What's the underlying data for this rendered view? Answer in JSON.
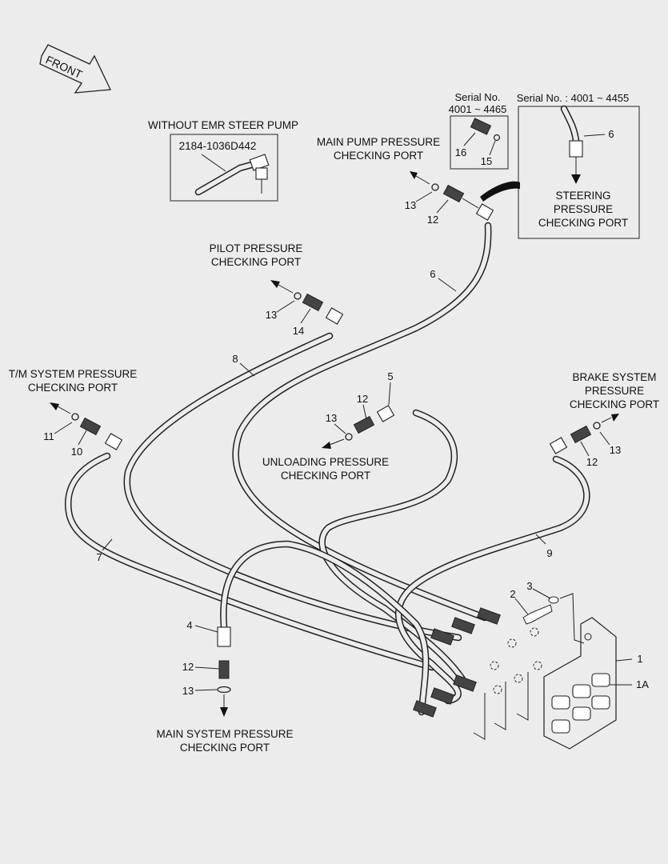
{
  "front_arrow": "FRONT",
  "inset_emr": {
    "title": "WITHOUT EMR STEER PUMP",
    "part_no": "2184-1036D442"
  },
  "inset_serial_small": {
    "serial_label": "Serial No.",
    "serial_range": "4001 ~ 4465",
    "numbers": [
      "16",
      "15"
    ]
  },
  "inset_serial_large": {
    "serial_label": "Serial No. : 4001 ~ 4455",
    "number": "6",
    "port_lines": [
      "STEERING",
      "PRESSURE",
      "CHECKING PORT"
    ]
  },
  "ports": {
    "main_pump": [
      "MAIN PUMP PRESSURE",
      "CHECKING PORT"
    ],
    "pilot": [
      "PILOT PRESSURE",
      "CHECKING PORT"
    ],
    "tm_system": [
      "T/M SYSTEM PRESSURE",
      "CHECKING PORT"
    ],
    "brake_system": [
      "BRAKE SYSTEM",
      "PRESSURE",
      "CHECKING PORT"
    ],
    "unloading": [
      "UNLOADING PRESSURE",
      "CHECKING PORT"
    ],
    "main_system": [
      "MAIN SYSTEM PRESSURE",
      "CHECKING PORT"
    ]
  },
  "callouts": {
    "c13_main_pump": "13",
    "c12_main_pump": "12",
    "c6_hose": "6",
    "c13_pilot": "13",
    "c14_pilot": "14",
    "c8_hose": "8",
    "c11_tm": "11",
    "c10_tm": "10",
    "c7_hose": "7",
    "c5_unloading": "5",
    "c12_unloading": "12",
    "c13_unloading": "13",
    "c12_brake": "12",
    "c13_brake": "13",
    "c9_hose": "9",
    "c4_main_sys": "4",
    "c12_main_sys": "12",
    "c13_main_sys": "13",
    "c2_bolt": "2",
    "c3_washer": "3",
    "c1_bracket": "1",
    "c1a_fittings": "1A"
  }
}
